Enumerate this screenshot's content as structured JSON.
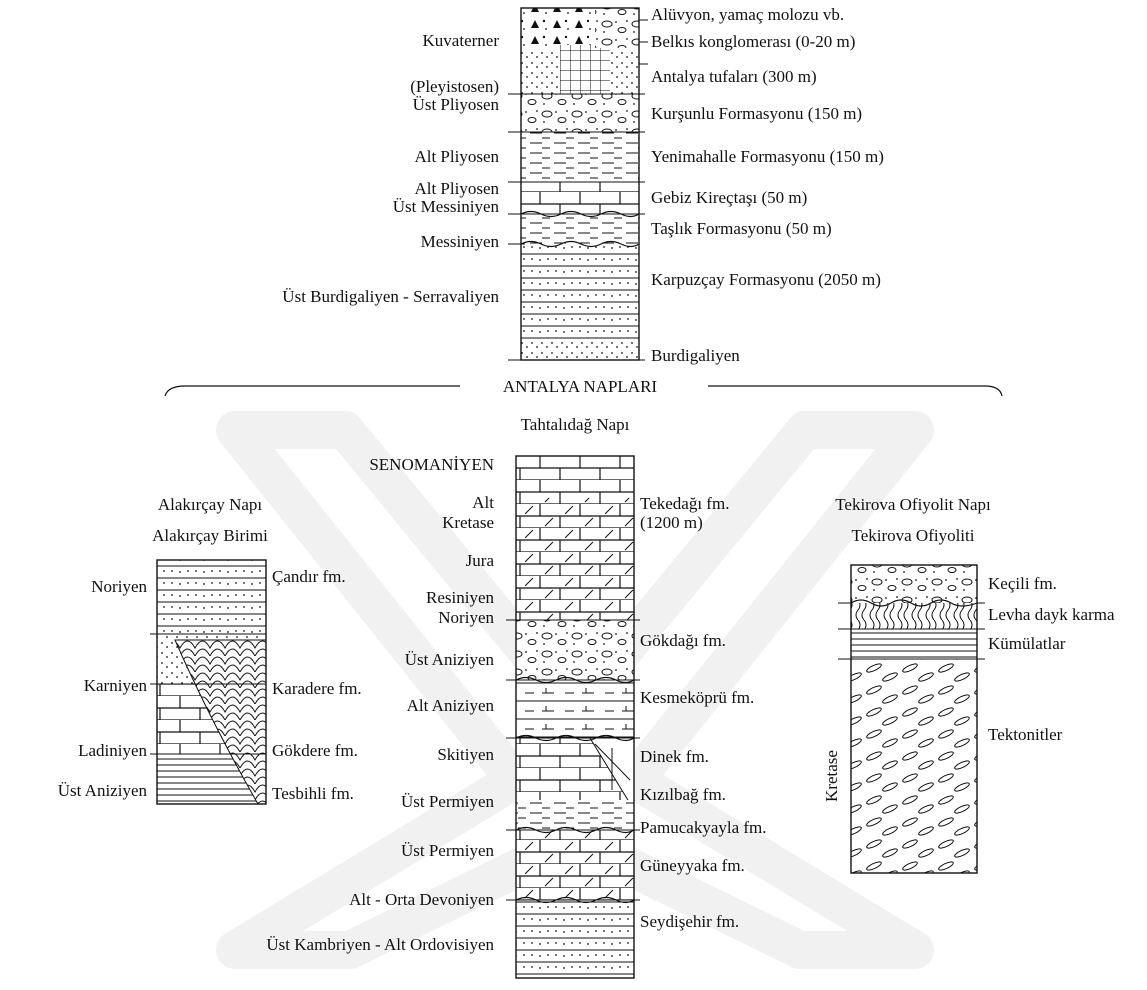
{
  "top_column": {
    "ages": {
      "kuvaterner": "Kuvaterner",
      "pleyistosen": "(Pleyistosen)",
      "ust_pliyosen": "Üst Pliyosen",
      "alt_pliyosen": "Alt Pliyosen",
      "alt_pliyosen_2": "Alt Pliyosen",
      "ust_messiniyen": "Üst Messiniyen",
      "messiniyen": "Messiniyen",
      "burdigaliyen_serravaliyen": "Üst Burdigaliyen - Serravaliyen"
    },
    "units": {
      "aluvyon": "Alüvyon, yamaç molozu vb.",
      "belkis": "Belkıs konglomerası (0-20 m)",
      "antalya_tufalari": "Antalya tufaları (300 m)",
      "kursunlu": "Kurşunlu Formasyonu (150 m)",
      "yenimahalle": "Yenimahalle Formasyonu (150 m)",
      "gebiz": "Gebiz Kireçtaşı (50 m)",
      "taslik": "Taşlık Formasyonu (50 m)",
      "karpuzcay": "Karpuzçay Formasyonu (2050 m)",
      "burdigaliyen": "Burdigaliyen"
    }
  },
  "nappes_heading": "ANTALYA NAPLARI",
  "tahtalidag": {
    "title": "Tahtalıdağ Napı",
    "ages": {
      "senomaniyen": "SENOMANİYEN",
      "alt": "Alt",
      "kretase": "Kretase",
      "jura": "Jura",
      "resiniyen": "Resiniyen",
      "noriyen": "Noriyen",
      "ust_aniziyen": "Üst Aniziyen",
      "alt_aniziyen": "Alt Aniziyen",
      "skitiyen": "Skitiyen",
      "ust_permiyen_1": "Üst Permiyen",
      "ust_permiyen_2": "Üst Permiyen",
      "alt_orta_devoniyen": "Alt - Orta Devoniyen",
      "kambriyen_ordovisiyen": "Üst Kambriyen - Alt Ordovisiyen"
    },
    "units": {
      "tekedagi": "Tekedağı fm.",
      "tekedagi_thk": "(1200 m)",
      "gokdagi": "Gökdağı fm.",
      "kesmekopru": "Kesmeköprü fm.",
      "dinek": "Dinek fm.",
      "kizilbag": "Kızılbağ fm.",
      "pamucakyayla": "Pamucakyayla fm.",
      "guneyyaka": "Güneyyaka fm.",
      "seydisehir": "Seydişehir fm."
    }
  },
  "alakircay": {
    "title": "Alakırçay Napı",
    "subtitle": "Alakırçay Birimi",
    "ages": {
      "noriyen": "Noriyen",
      "karniyen": "Karniyen",
      "ladiniyen": "Ladiniyen",
      "ust_aniziyen": "Üst Aniziyen"
    },
    "units": {
      "candir": "Çandır fm.",
      "karadere": "Karadere fm.",
      "gokdere": "Gökdere fm.",
      "tesbihli": "Tesbihli fm."
    }
  },
  "tekirova": {
    "title": "Tekirova Ofiyolit Napı",
    "subtitle": "Tekirova Ofiyoliti",
    "age": "Kretase",
    "units": {
      "kecili": "Keçili fm.",
      "levha": "Levha dayk karma",
      "kumulatlar": "Kümülatlar",
      "tektonitler": "Tektonitler"
    }
  },
  "colors": {
    "ink": "#111111",
    "watermark": "#ececec",
    "background": "#ffffff"
  }
}
